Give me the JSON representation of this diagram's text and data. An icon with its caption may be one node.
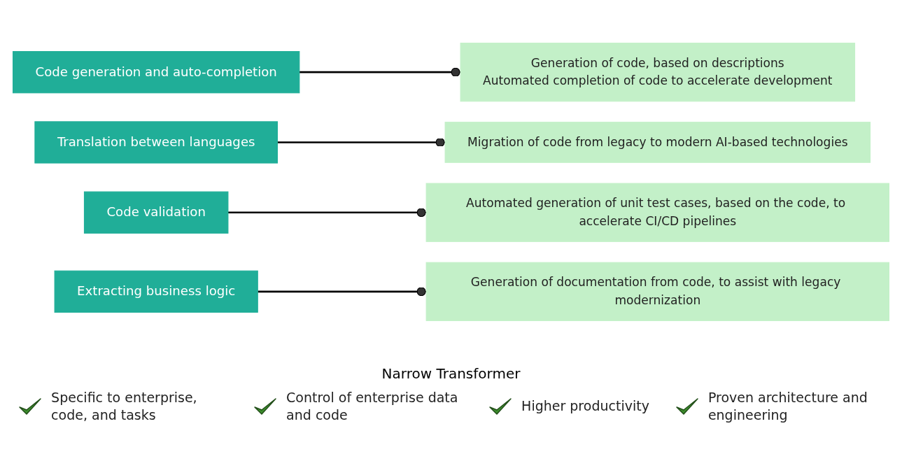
{
  "diagram": {
    "nodes": [
      {
        "text": [
          "Code generation and auto-completion"
        ]
      },
      {
        "text": [
          "Translation between languages"
        ]
      },
      {
        "text": [
          "Code validation"
        ]
      },
      {
        "text": [
          "Extracting business logic"
        ]
      },
      {
        "text": [
          "Generation of code, based on descriptions",
          "Automated completion of code to accelerate development"
        ]
      },
      {
        "text": [
          "Migration of code from legacy to modern AI-based technologies"
        ]
      },
      {
        "text": [
          "Automated generation of unit test cases, based on the code, to accelerate CI/CD pipelines"
        ]
      },
      {
        "text": [
          "Generation of documentation from code, to assist with legacy modernization"
        ]
      }
    ],
    "edges": [
      {
        "from": 0,
        "to": 4,
        "arrow": "other"
      },
      {
        "from": 1,
        "to": 5,
        "arrow": "other"
      },
      {
        "from": 2,
        "to": 6,
        "arrow": "other"
      },
      {
        "from": 3,
        "to": 7,
        "arrow": "other"
      }
    ],
    "labels": [
      "Narrow Transformer",
      "Specific to enterprise, code, and tasks",
      "Control of enterprise data and code",
      "Higher productivity",
      "Proven architecture and engineering"
    ]
  }
}
